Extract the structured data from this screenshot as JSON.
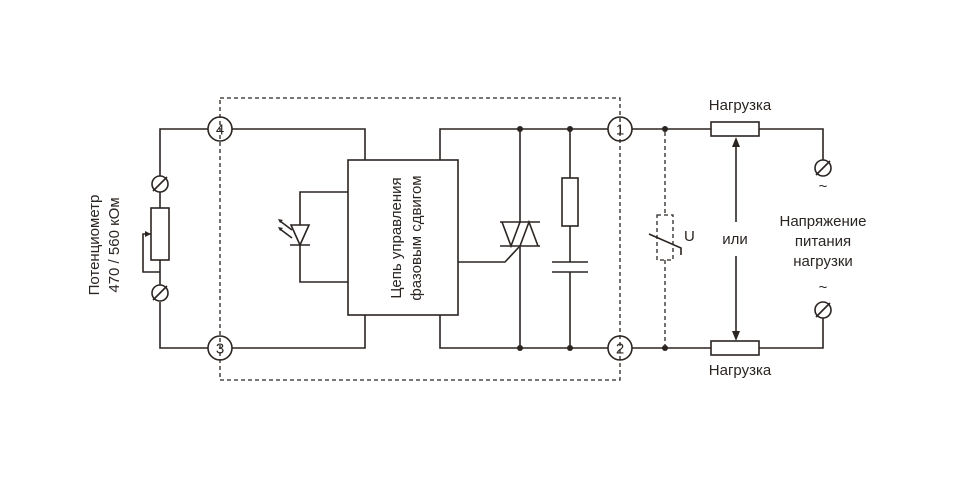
{
  "terminals": {
    "t1": "1",
    "t2": "2",
    "t3": "3",
    "t4": "4"
  },
  "labels": {
    "control_line1": "Цепь управления",
    "control_line2": "фазовым сдвигом",
    "potentiometer_line1": "Потенциометр",
    "potentiometer_line2": "470 / 560 кОм",
    "load_top": "Нагрузка",
    "load_bottom": "Нагрузка",
    "or": "или",
    "varistor": "U",
    "supply_line1": "Напряжение",
    "supply_line2": "питания",
    "supply_line3": "нагрузки",
    "ac_top": "~",
    "ac_bottom": "~"
  },
  "colors": {
    "ink": "#2b2522",
    "background": "#ffffff"
  }
}
